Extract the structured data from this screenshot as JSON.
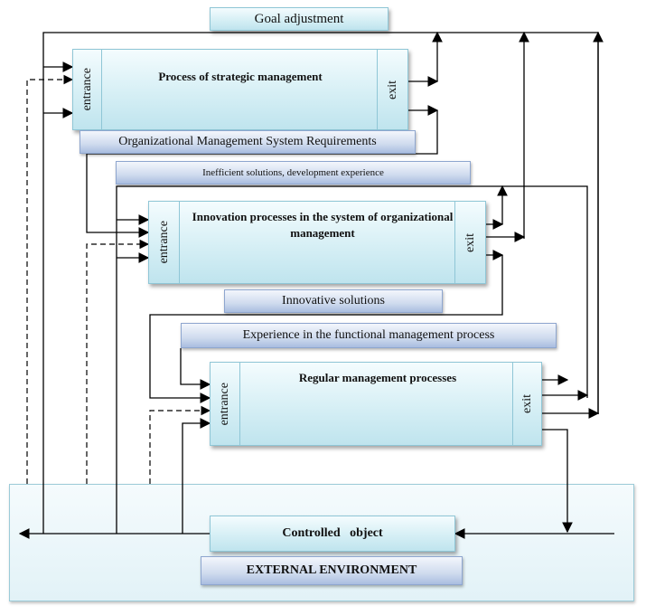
{
  "labels": {
    "goal_adjustment": "Goal adjustment",
    "strategic_process": "Process of strategic management",
    "org_requirements": "Organizational Management System Requirements",
    "inefficient_solutions": "Inefficient solutions, development experience",
    "innovation_process": "Innovation processes in the system of organizational management",
    "innovative_solutions": "Innovative  solutions",
    "experience_functional": "Experience in the functional management process",
    "regular_process": "Regular  management  processes",
    "controlled_object": "Controlled   object",
    "external_environment": "EXTERNAL ENVIRONMENT",
    "entrance": "entrance",
    "exit": "exit"
  },
  "colors": {
    "box_cyan": "#d6eff5",
    "box_blue": "#cfdbee",
    "environment": "#e2f2f7",
    "line": "#000000"
  }
}
